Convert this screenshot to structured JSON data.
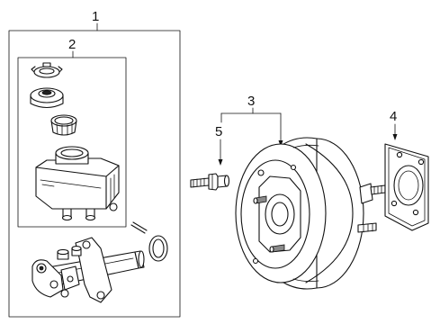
{
  "diagram": {
    "callouts": [
      {
        "id": "1",
        "text": "1"
      },
      {
        "id": "2",
        "text": "2"
      },
      {
        "id": "3",
        "text": "3"
      },
      {
        "id": "4",
        "text": "4"
      },
      {
        "id": "5",
        "text": "5"
      }
    ],
    "colors": {
      "line": "#111111",
      "background": "#ffffff",
      "shade": "#8a8a8a"
    }
  }
}
